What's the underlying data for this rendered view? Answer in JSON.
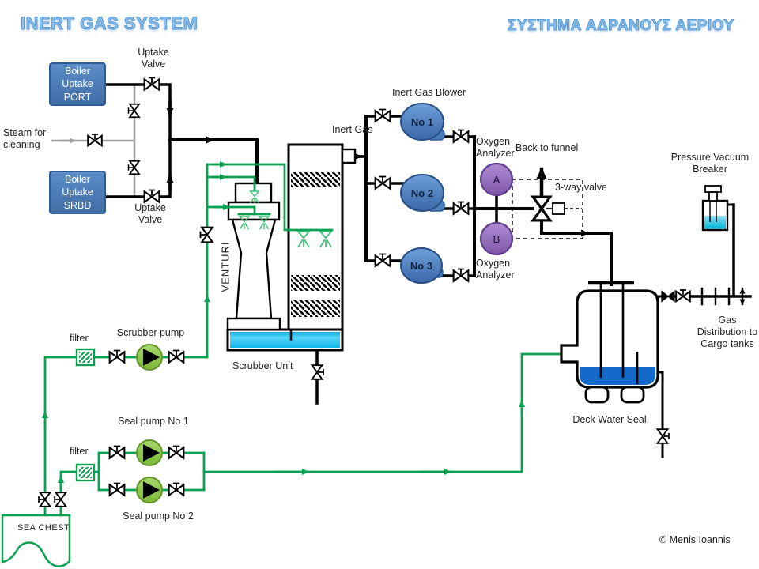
{
  "titles": {
    "en": "INERT GAS SYSTEM",
    "gr": "ΣΥΣΤΗΜΑ ΑΔΡΑΝΟΥΣ ΑΕΡΙΟΥ"
  },
  "equipment": {
    "boiler_port": "Boiler Uptake PORT",
    "boiler_srbd": "Boiler Uptake SRBD",
    "blowers": [
      "No 1",
      "No 2",
      "No 3"
    ],
    "analyzers": [
      "A",
      "B"
    ]
  },
  "labels": {
    "uptake_valve_top": "Uptake Valve",
    "uptake_valve_bottom": "Uptake Valve",
    "steam_for_cleaning": "Steam for cleaning",
    "inert_gas": "Inert Gas",
    "inert_gas_blower": "Inert Gas Blower",
    "oxygen_analyzer_top": "Oxygen Analyzer",
    "oxygen_analyzer_bottom": "Oxygen Analyzer",
    "back_to_funnel": "Back to funnel",
    "three_way_valve": "3-way valve",
    "pressure_vacuum_breaker": "Pressure Vacuum Breaker",
    "gas_distribution": "Gas Distribution to Cargo tanks",
    "deck_water_seal": "Deck Water Seal",
    "scrubber_unit": "Scrubber Unit",
    "venturi": "VENTURI",
    "scrubber_pump": "Scrubber pump",
    "filter_scrubber": "filter",
    "filter_seal": "filter",
    "seal_pump_1": "Seal pump No 1",
    "seal_pump_2": "Seal pump No 2",
    "sea_chest": "SEA CHEST",
    "copyright": "© Menis Ioannis"
  },
  "colors": {
    "pipe_black": "#000000",
    "sea_water_green": "#0ca152",
    "steam_gray": "#9e9e9e",
    "blower_blue": "#4a7ebd",
    "analyzer_purple": "#9a6fc0",
    "boiler_box_blue": "#4f81bd",
    "pump_green": "#8dc63f",
    "deck_seal_water_blue": "#1569ca",
    "scrubber_water_cyan": "#29c0ee",
    "title_blue": "#8cbee8"
  }
}
